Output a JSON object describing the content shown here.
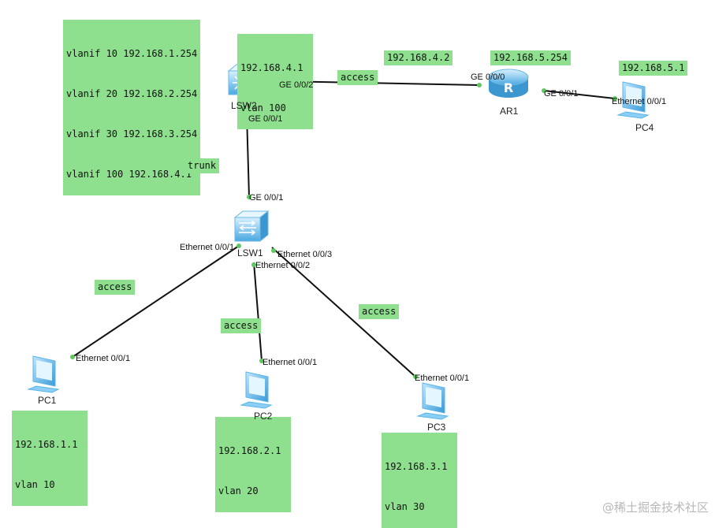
{
  "notes": {
    "lsw2_vlanif": [
      "vlanif 10 192.168.1.254",
      "vlanif 20 192.168.2.254",
      "vlanif 30 192.168.3.254",
      "vlanif 100 192.168.4.1"
    ],
    "lsw2_addr": [
      "192.168.4.1",
      "vlan 100"
    ],
    "ar1_ge0": "192.168.4.2",
    "ar1_ge1": "192.168.5.254",
    "pc4": "192.168.5.1",
    "trunk": "trunk",
    "access_ar1": "access",
    "access_pc1": "access",
    "access_pc2": "access",
    "access_pc3": "access",
    "pc1": [
      "192.168.1.1",
      "vlan 10"
    ],
    "pc2": [
      "192.168.2.1",
      "vlan 20"
    ],
    "pc3": [
      "192.168.3.1",
      "vlan 30"
    ]
  },
  "devices": {
    "lsw2": "LSW2",
    "lsw1": "LSW1",
    "ar1": "AR1",
    "pc1": "PC1",
    "pc2": "PC2",
    "pc3": "PC3",
    "pc4": "PC4"
  },
  "ports": {
    "lsw2_ge002": "GE 0/0/2",
    "lsw2_ge001": "GE 0/0/1",
    "lsw1_ge001": "GE 0/0/1",
    "ar1_ge000": "GE 0/0/0",
    "ar1_ge001": "GE 0/0/1",
    "pc4_eth": "Ethernet 0/0/1",
    "lsw1_eth001": "Ethernet 0/0/1",
    "lsw1_eth002": "Ethernet 0/0/2",
    "lsw1_eth003": "Ethernet 0/0/3",
    "pc1_eth": "Ethernet 0/0/1",
    "pc2_eth": "Ethernet 0/0/1",
    "pc3_eth": "Ethernet 0/0/1"
  },
  "watermark": "@稀土掘金技术社区",
  "colors": {
    "note": "#8ee08e",
    "port_dot": "#5ec85e",
    "device": "#5ab4e8"
  }
}
